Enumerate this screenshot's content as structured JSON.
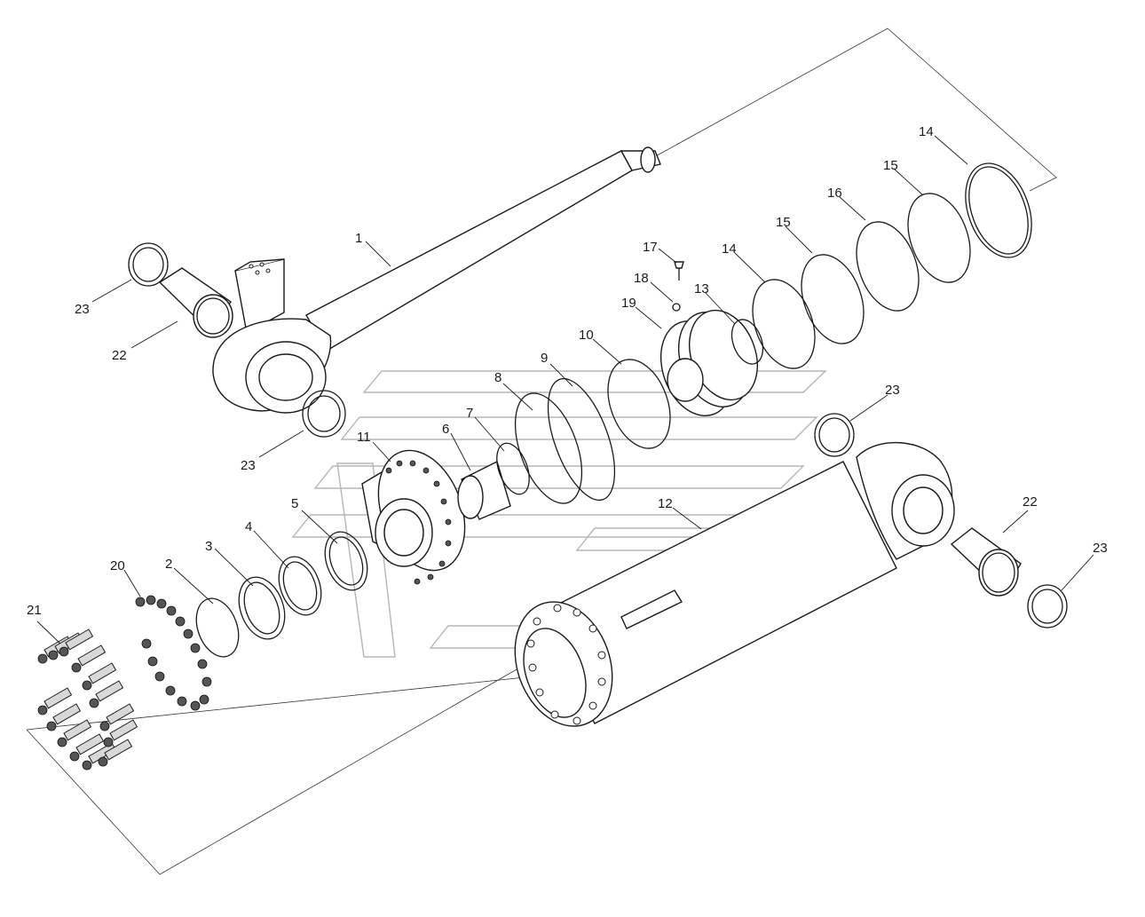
{
  "callouts": [
    {
      "text": "1"
    },
    {
      "text": "2"
    },
    {
      "text": "3"
    },
    {
      "text": "4"
    },
    {
      "text": "5"
    },
    {
      "text": "6"
    },
    {
      "text": "7"
    },
    {
      "text": "8"
    },
    {
      "text": "9"
    },
    {
      "text": "10"
    },
    {
      "text": "11"
    },
    {
      "text": "12"
    },
    {
      "text": "13"
    },
    {
      "text": "14"
    },
    {
      "text": "14"
    },
    {
      "text": "15"
    },
    {
      "text": "15"
    },
    {
      "text": "16"
    },
    {
      "text": "17"
    },
    {
      "text": "18"
    },
    {
      "text": "19"
    },
    {
      "text": "20"
    },
    {
      "text": "2"
    },
    {
      "text": "21"
    },
    {
      "text": "22"
    },
    {
      "text": "22"
    },
    {
      "text": "23"
    },
    {
      "text": "23"
    },
    {
      "text": "23"
    },
    {
      "text": "23"
    }
  ]
}
